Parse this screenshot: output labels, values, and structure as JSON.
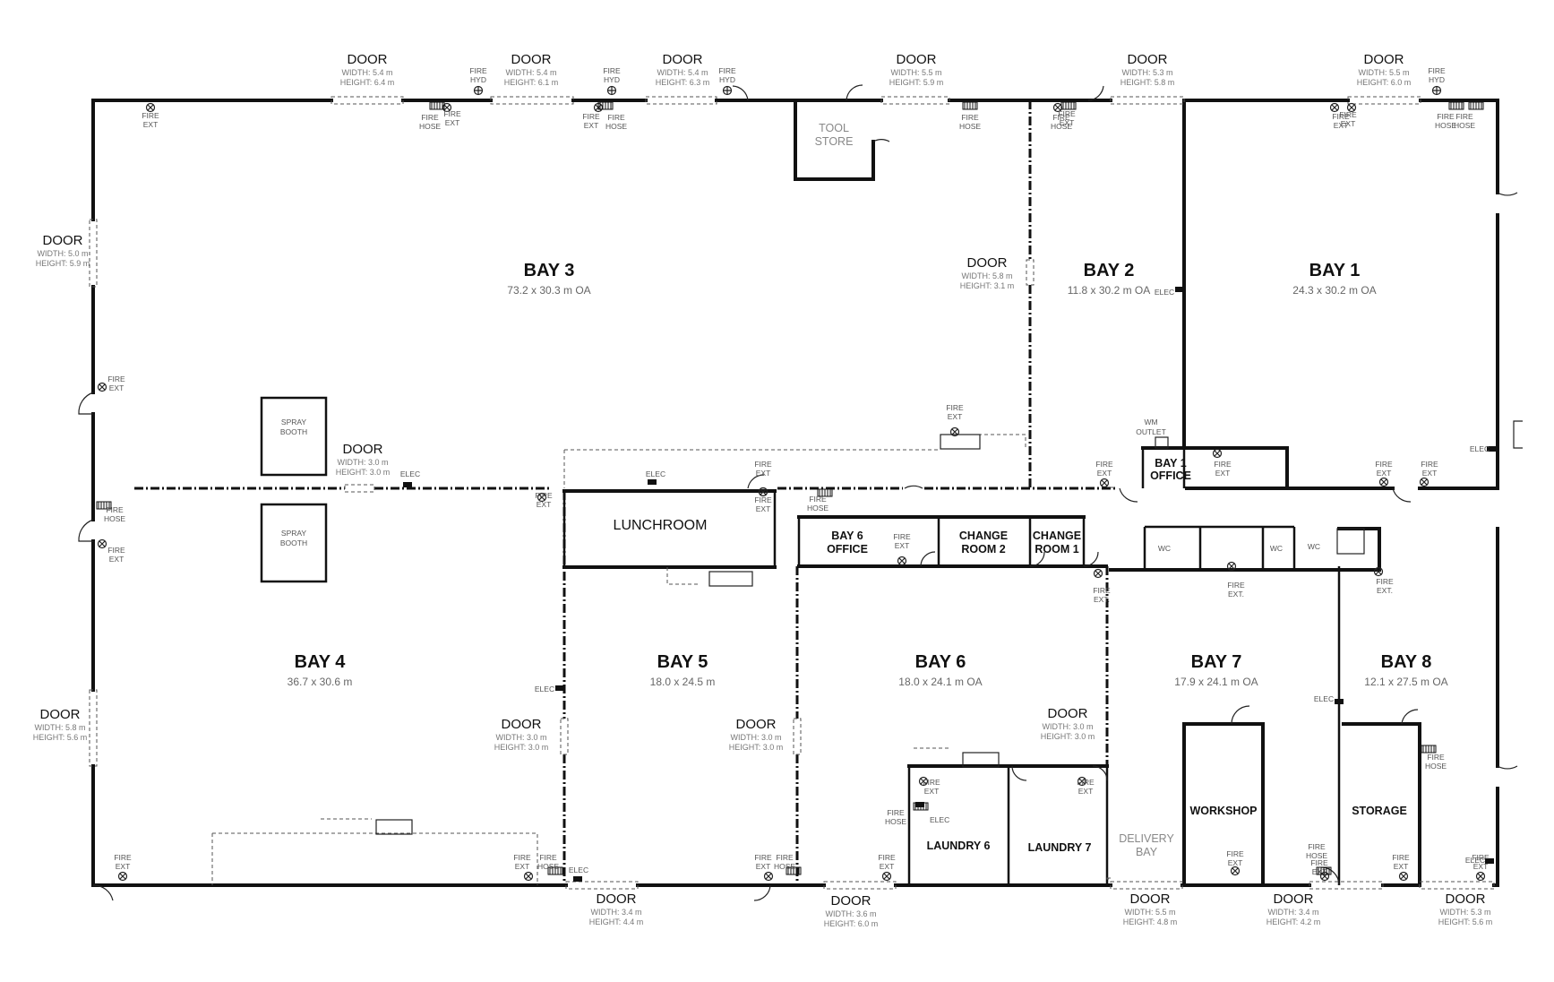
{
  "rooms": {
    "bay3": {
      "name": "BAY 3",
      "size": "73.2 x 30.3 m OA"
    },
    "bay2": {
      "name": "BAY 2",
      "size": "11.8 x 30.2 m OA"
    },
    "bay1": {
      "name": "BAY 1",
      "size": "24.3 x 30.2 m OA"
    },
    "bay4": {
      "name": "BAY 4",
      "size": "36.7 x 30.6 m"
    },
    "bay5": {
      "name": "BAY 5",
      "size": "18.0 x 24.5 m"
    },
    "bay6": {
      "name": "BAY 6",
      "size": "18.0 x 24.1 m OA"
    },
    "bay7": {
      "name": "BAY 7",
      "size": "17.9 x 24.1 m OA"
    },
    "bay8": {
      "name": "BAY 8",
      "size": "12.1 x 27.5 m OA"
    },
    "tool_store": [
      "TOOL",
      "STORE"
    ],
    "spray_booth": [
      "SPRAY",
      "BOOTH"
    ],
    "lunchroom": "LUNCHROOM",
    "bay6_office": [
      "BAY 6",
      "OFFICE"
    ],
    "change_room_2": [
      "CHANGE",
      "ROOM 2"
    ],
    "change_room_1": [
      "CHANGE",
      "ROOM 1"
    ],
    "bay1_office": [
      "BAY 1",
      "OFFICE"
    ],
    "laundry6": "LAUNDRY 6",
    "laundry7": "LAUNDRY 7",
    "workshop": "WORKSHOP",
    "storage": "STORAGE",
    "delivery_bay": [
      "DELIVERY",
      "BAY"
    ],
    "wc": "WC"
  },
  "doors": [
    {
      "label": "DOOR",
      "width": "WIDTH: 5.4 m",
      "height": "HEIGHT: 6.4 m"
    },
    {
      "label": "DOOR",
      "width": "WIDTH: 5.4 m",
      "height": "HEIGHT: 6.1 m"
    },
    {
      "label": "DOOR",
      "width": "WIDTH: 5.4 m",
      "height": "HEIGHT: 6.3 m"
    },
    {
      "label": "DOOR",
      "width": "WIDTH: 5.5 m",
      "height": "HEIGHT: 5.9 m"
    },
    {
      "label": "DOOR",
      "width": "WIDTH: 5.3 m",
      "height": "HEIGHT: 5.8 m"
    },
    {
      "label": "DOOR",
      "width": "WIDTH: 5.5 m",
      "height": "HEIGHT: 6.0 m"
    },
    {
      "label": "DOOR",
      "width": "WIDTH: 5.0 m",
      "height": "HEIGHT: 5.9 m"
    },
    {
      "label": "DOOR",
      "width": "WIDTH: 5.8 m",
      "height": "HEIGHT: 3.1 m"
    },
    {
      "label": "DOOR",
      "width": "WIDTH: 3.0 m",
      "height": "HEIGHT: 3.0 m"
    },
    {
      "label": "DOOR",
      "width": "WIDTH: 5.8 m",
      "height": "HEIGHT: 5.6 m"
    },
    {
      "label": "DOOR",
      "width": "WIDTH: 3.0 m",
      "height": "HEIGHT: 3.0 m"
    },
    {
      "label": "DOOR",
      "width": "WIDTH: 3.0 m",
      "height": "HEIGHT: 3.0 m"
    },
    {
      "label": "DOOR",
      "width": "WIDTH: 3.0 m",
      "height": "HEIGHT: 3.0 m"
    },
    {
      "label": "DOOR",
      "width": "WIDTH: 3.4 m",
      "height": "HEIGHT: 4.4 m"
    },
    {
      "label": "DOOR",
      "width": "WIDTH: 3.6 m",
      "height": "HEIGHT: 6.0 m"
    },
    {
      "label": "DOOR",
      "width": "WIDTH: 5.5 m",
      "height": "HEIGHT: 4.8 m"
    },
    {
      "label": "DOOR",
      "width": "WIDTH: 3.4 m",
      "height": "HEIGHT: 4.2 m"
    },
    {
      "label": "DOOR",
      "width": "WIDTH: 5.3 m",
      "height": "HEIGHT: 5.6 m"
    }
  ],
  "symbols": {
    "fire": "FIRE",
    "ext": "EXT",
    "ext_dot": "EXT.",
    "hose": "HOSE",
    "hyd": "HYD",
    "elec": "ELEC",
    "wm": "WM",
    "outlet": "OUTLET"
  },
  "colors": {
    "wall": "#111111",
    "subtext": "#666666",
    "background": "#ffffff"
  }
}
